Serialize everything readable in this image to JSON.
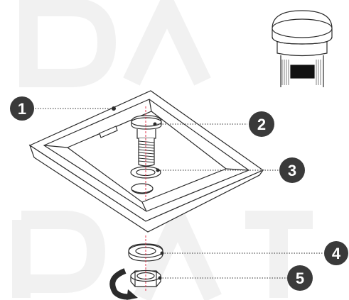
{
  "diagram": {
    "callouts": [
      {
        "number": "1",
        "part": "basin"
      },
      {
        "number": "2",
        "part": "pop-up-plug"
      },
      {
        "number": "3",
        "part": "top-washer"
      },
      {
        "number": "4",
        "part": "bottom-washer"
      },
      {
        "number": "5",
        "part": "locking-nut"
      }
    ],
    "colors": {
      "line": "#2b2b2b",
      "callout_fill": "#3a3a3a",
      "callout_text": "#ffffff",
      "leader": "#555555",
      "axis": "#e0314a",
      "watermark": "#f1f1f1"
    },
    "icons": [
      "pop-up-waste-detail-icon",
      "tighten-arrow-icon"
    ]
  }
}
